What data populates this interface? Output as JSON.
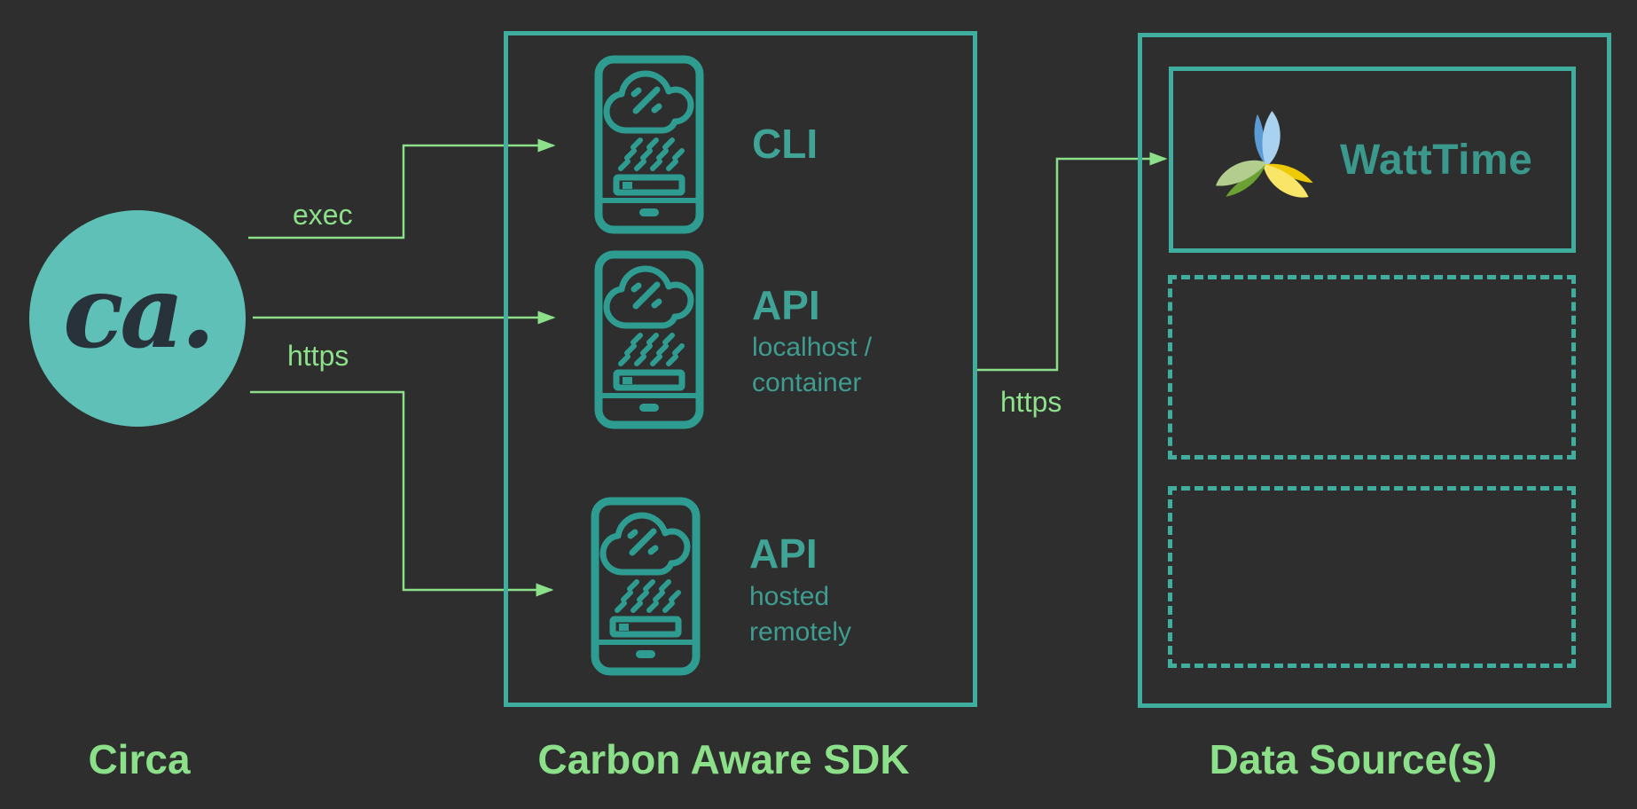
{
  "circa": {
    "logo_text": "ca.",
    "label": "Circa"
  },
  "sdk": {
    "label": "Carbon Aware SDK",
    "items": [
      {
        "title": "CLI",
        "sub1": "",
        "sub2": ""
      },
      {
        "title": "API",
        "sub1": "localhost /",
        "sub2": "container"
      },
      {
        "title": "API",
        "sub1": "hosted",
        "sub2": "remotely"
      }
    ]
  },
  "data_sources": {
    "label": "Data Source(s)",
    "provider": "WattTime",
    "placeholder_boxes": 2
  },
  "arrow_labels": {
    "exec": "exec",
    "https_left": "https",
    "https_right": "https"
  },
  "connections": [
    {
      "from": "Circa",
      "to": "CLI",
      "label": "exec"
    },
    {
      "from": "Circa",
      "to": "API localhost / container",
      "label": "https"
    },
    {
      "from": "Circa",
      "to": "API hosted remotely",
      "label": "https"
    },
    {
      "from": "Carbon Aware SDK",
      "to": "WattTime",
      "label": "https"
    }
  ],
  "colors": {
    "background": "#2d2e2d",
    "teal_stroke": "#2e9c90",
    "box_border": "#3fae9f",
    "circle_fill": "#5fc0b7",
    "logo_text": "#27323a",
    "title_teal": "#3fa396",
    "subtext_teal": "#3f9c90",
    "watttime_text": "#3a988d",
    "arrow_green": "#8ce08a",
    "label_green": "#8ce08a",
    "logo_blue_dark": "#5b9cd6",
    "logo_blue_light": "#a9d2f0",
    "logo_green_dark": "#6da032",
    "logo_green_light": "#b2cd8d",
    "logo_yellow_dark": "#eeca06",
    "logo_yellow_light": "#f9e668"
  }
}
